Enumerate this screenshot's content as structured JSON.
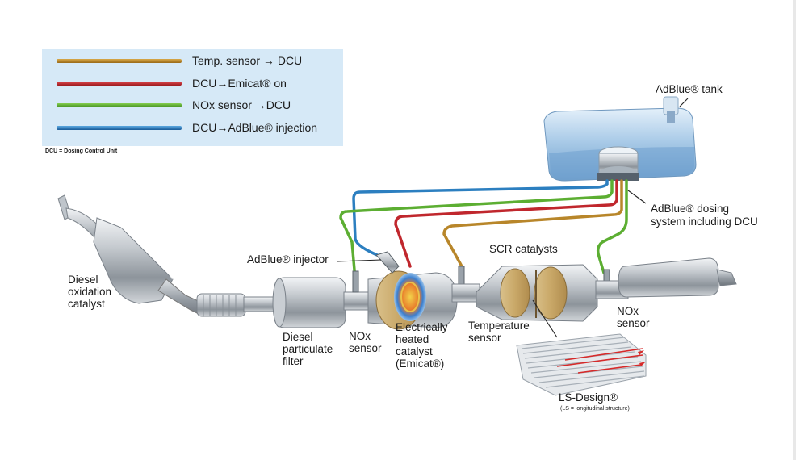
{
  "legend": {
    "items": [
      {
        "label": "Temp. sensor → DCU",
        "color": "#b8862a"
      },
      {
        "label": "DCU→Emicat® on",
        "color": "#c0272d"
      },
      {
        "label": "NOx sensor →DCU",
        "color": "#5cae32"
      },
      {
        "label": "DCU→AdBlue® injection",
        "color": "#2c7fc0"
      }
    ],
    "note": "DCU = Dosing Control Unit"
  },
  "labels": {
    "adblue_tank": "AdBlue® tank",
    "dosing_system": "AdBlue® dosing\nsystem including DCU",
    "adblue_injector": "AdBlue® injector",
    "scr_catalysts": "SCR catalysts",
    "diesel_oxidation_catalyst": "Diesel\noxidation\ncatalyst",
    "diesel_particulate_filter": "Diesel\nparticulate\nfilter",
    "nox_sensor_left": "NOx\nsensor",
    "electrically_heated_catalyst": "Electrically\nheated\ncatalyst\n(Emicat®)",
    "temperature_sensor": "Temperature\nsensor",
    "nox_sensor_right": "NOx\nsensor",
    "ls_design": "LS-Design®",
    "ls_note": "(LS = longitudinal structure)"
  },
  "colors": {
    "temp_wire": "#b8862a",
    "emicat_wire": "#c0272d",
    "nox_wire": "#5cae32",
    "adblue_wire": "#2c7fc0",
    "legend_bg": "#d6e9f7",
    "tank_blue": "#9fc6e6"
  }
}
